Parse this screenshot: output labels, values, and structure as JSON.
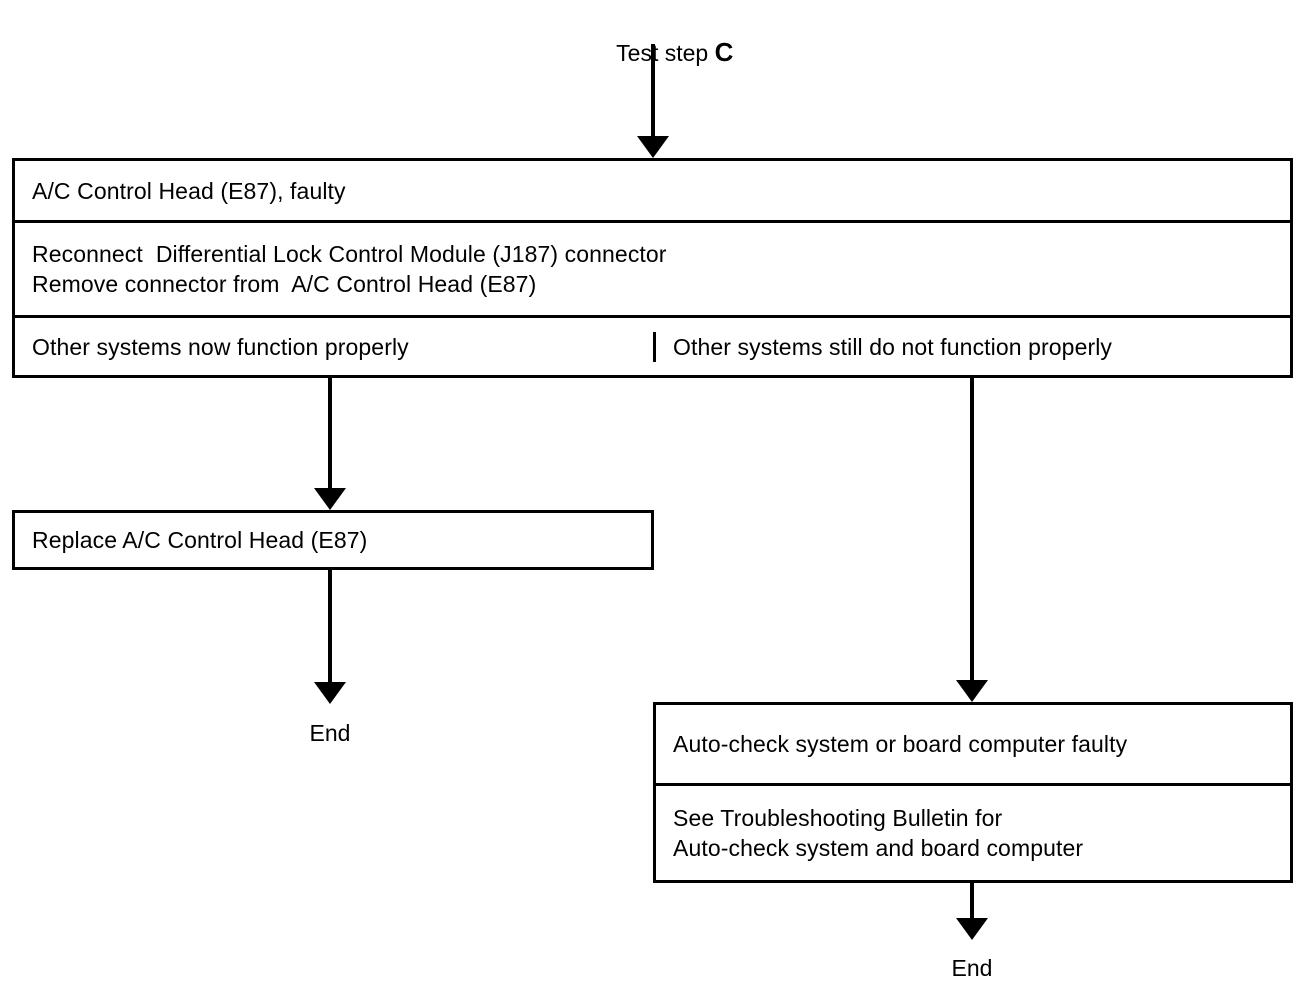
{
  "diagram": {
    "title_prefix": "Test step ",
    "title_step": "C",
    "main_block": {
      "rows": [
        {
          "text": "A/C Control Head (E87), faulty"
        },
        {
          "text": "Reconnect  Differential Lock Control Module (J187) connector\nRemove connector from  A/C Control Head (E87)"
        }
      ],
      "branch_row": {
        "left": "Other systems now function properly",
        "right": "Other systems still do not function properly"
      }
    },
    "left_branch": {
      "action_box": "Replace A/C Control Head (E87)",
      "terminator": "End"
    },
    "right_branch": {
      "result_box_rows": [
        {
          "text": "Auto-check system or board computer faulty"
        },
        {
          "text": "See Troubleshooting Bulletin for\nAuto-check system and board computer"
        }
      ],
      "terminator": "End"
    },
    "colors": {
      "line": "#000000",
      "background": "#ffffff",
      "text": "#000000"
    }
  }
}
